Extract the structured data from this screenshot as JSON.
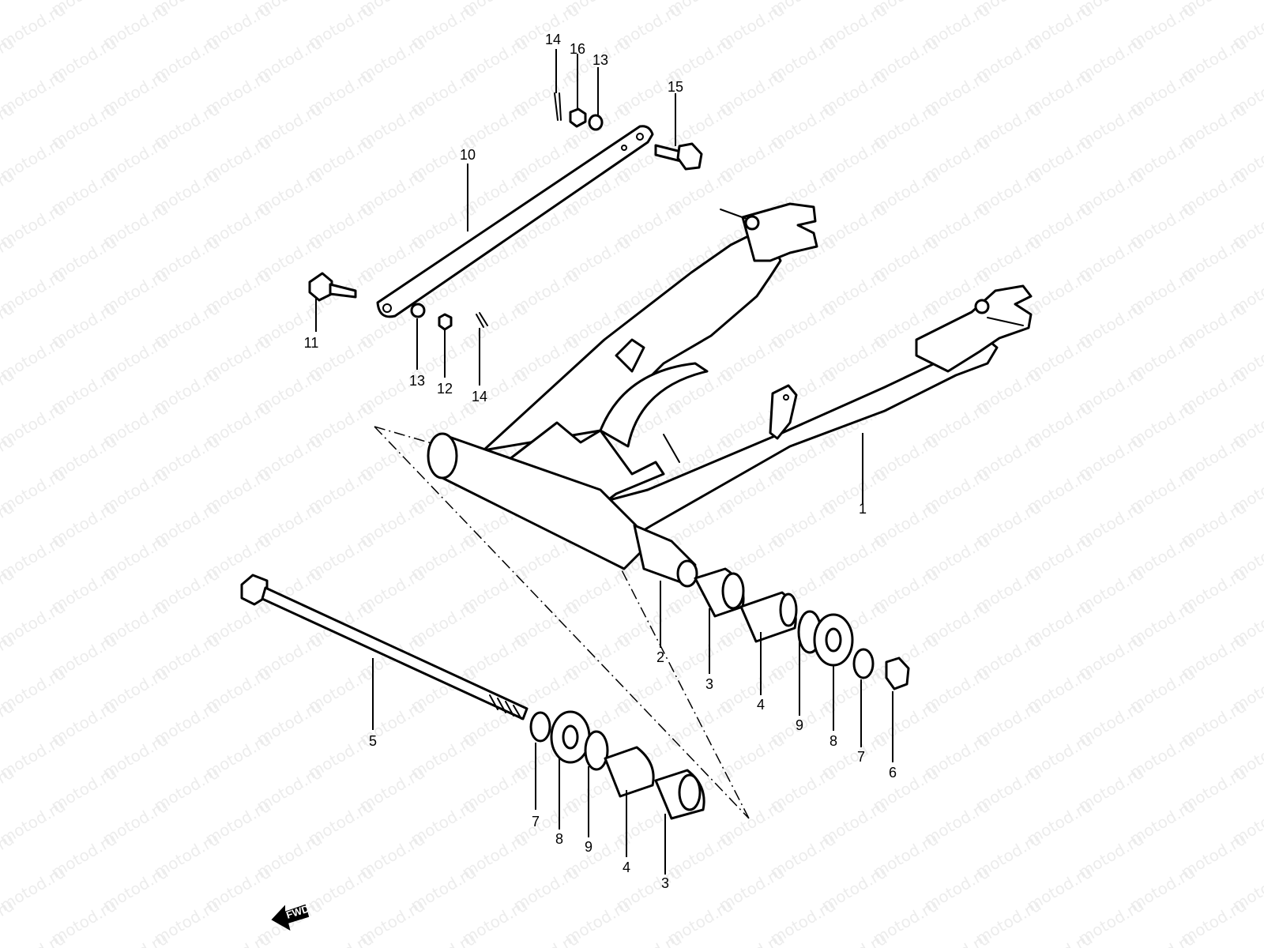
{
  "diagram": {
    "watermark": "motod.ru",
    "direction_badge": "FWD",
    "callouts": {
      "swingarm": "1",
      "pivot_sleeve": "2",
      "bearing_right": "3",
      "spacer_right": "4",
      "pivot_bolt": "5",
      "pivot_nut": "6",
      "washer_right": "7",
      "dust_seal_right": "8",
      "shim_right": "9",
      "torque_link": "10",
      "link_bolt_front": "11",
      "castle_nut": "12",
      "lock_washer_front": "13",
      "cotter_pin_front": "14",
      "link_bolt_rear": "15",
      "nut_top": "16",
      "cotter_pin_top": "14",
      "lock_washer_top": "13",
      "washer_left": "7",
      "dust_seal_left": "8",
      "shim_left": "9",
      "spacer_left": "4",
      "bearing_left": "3"
    }
  }
}
